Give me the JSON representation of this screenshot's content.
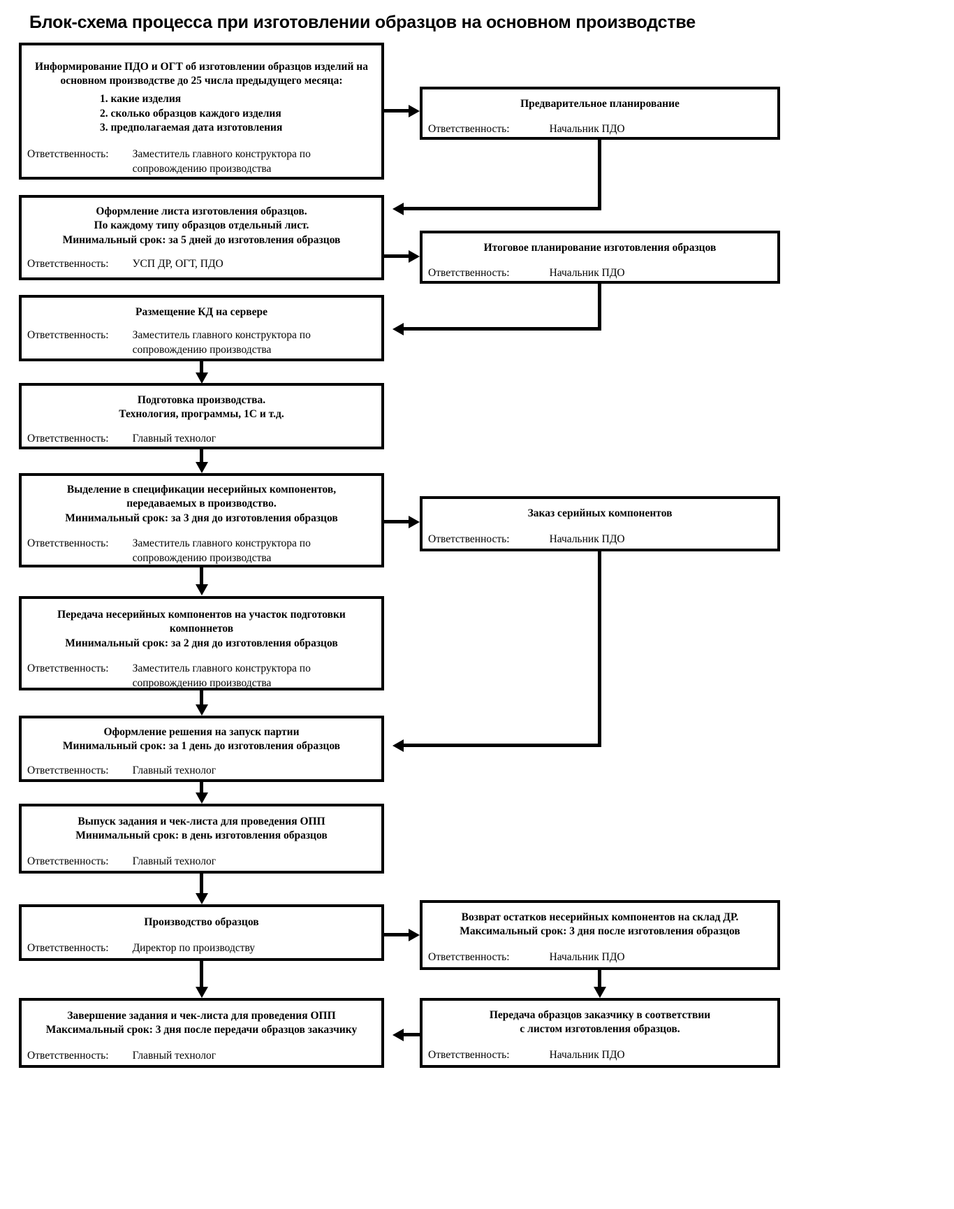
{
  "title": "Блок-схема процесса при изготовлении образцов на основном производстве",
  "labels": {
    "responsibility": "Ответственность:"
  },
  "nodes": {
    "informing": {
      "title": "Информирование ПДО и ОГТ об изготовлении образцов изделий на\nосновном производстве до 25 числа предыдущего месяца:",
      "list": [
        "1. какие изделия",
        "2. сколько образцов каждого изделия",
        "3. предполагаемая дата изготовления"
      ],
      "responsible": "Заместитель главного конструктора по\nсопровождению производства"
    },
    "preliminary_planning": {
      "title": "Предварительное планирование",
      "responsible": "Начальник ПДО"
    },
    "sheet_registration": {
      "title": "Оформление листа изготовления образцов.\nПо каждому типу образцов отдельный лист.\nМинимальный срок: за 5 дней до изготовления образцов",
      "responsible": "УСП ДР, ОГТ, ПДО"
    },
    "final_planning": {
      "title": "Итоговое планирование изготовления образцов",
      "responsible": "Начальник ПДО"
    },
    "kd_on_server": {
      "title": "Размещение КД на сервере",
      "responsible": "Заместитель главного конструктора по\nсопровождению производства"
    },
    "production_prep": {
      "title": "Подготовка производства.\nТехнология, программы, 1С и т.д.",
      "responsible": "Главный технолог"
    },
    "nonserial_selection": {
      "title": "Выделение в спецификации несерийных компонентов,\nпередаваемых в производство.\nМинимальный срок: за 3 дня до изготовления образцов",
      "responsible": "Заместитель главного конструктора по\nсопровождению производства"
    },
    "serial_order": {
      "title": "Заказ серийных компонентов",
      "responsible": "Начальник ПДО"
    },
    "nonserial_transfer": {
      "title": "Передача несерийных компонентов на участок подготовки\nкомпоннетов\nМинимальный срок: за 2 дня до изготовления образцов",
      "responsible": "Заместитель главного конструктора по\nсопровождению производства"
    },
    "batch_decision": {
      "title": "Оформление решения на запуск партии\nМинимальный срок: за 1 день до изготовления образцов",
      "responsible": "Главный технолог"
    },
    "task_issue": {
      "title": "Выпуск задания и чек-листа для проведения ОПП\nМинимальный срок: в день изготовления образцов",
      "responsible": "Главный технолог"
    },
    "sample_production": {
      "title": "Производство образцов",
      "responsible": "Директор по производству"
    },
    "return_remains": {
      "title": "Возврат остатков несерийных компонентов на склад ДР.\nМаксимальный срок: 3 дня после изготовления образцов",
      "responsible": "Начальник ПДО"
    },
    "task_completion": {
      "title": "Завершение задания и чек-листа для проведения ОПП\nМаксимальный срок: 3 дня после передачи образцов заказчику",
      "responsible": "Главный технолог"
    },
    "transfer_to_customer": {
      "title": "Передача образцов заказчику в соответствии\nс листом изготовления образцов.",
      "responsible": "Начальник ПДО"
    }
  }
}
